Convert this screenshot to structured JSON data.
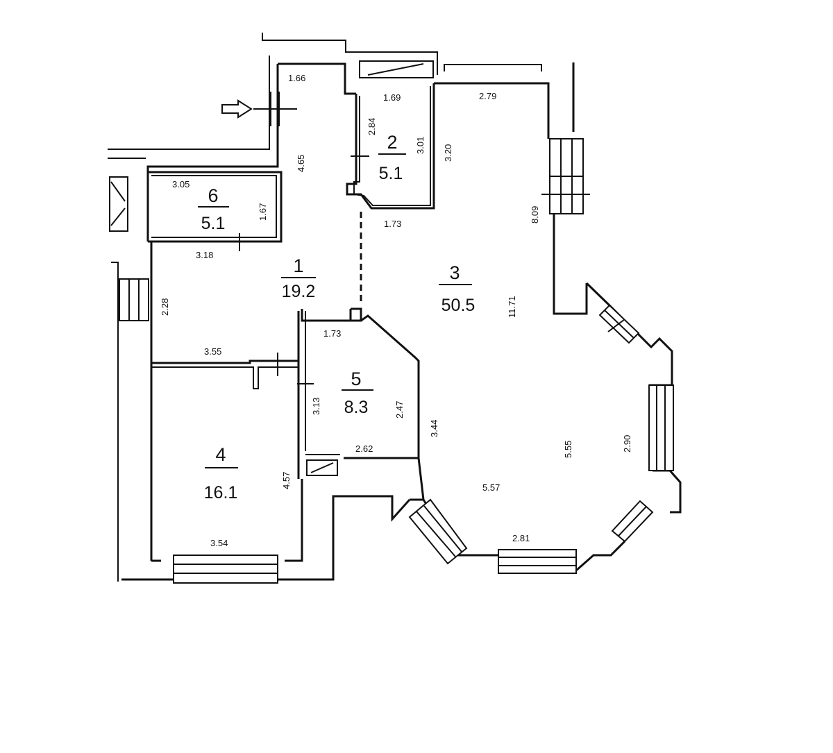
{
  "rooms": [
    {
      "number": "1",
      "area": "19.2"
    },
    {
      "number": "2",
      "area": "5.1"
    },
    {
      "number": "3",
      "area": "50.5"
    },
    {
      "number": "4",
      "area": "16.1"
    },
    {
      "number": "5",
      "area": "8.3"
    },
    {
      "number": "6",
      "area": "5.1"
    }
  ],
  "dimensions": {
    "d1_66": "1.66",
    "d1_69": "1.69",
    "d2_79": "2.79",
    "d2_84": "2.84",
    "d3_01": "3.01",
    "d3_20": "3.20",
    "d4_65": "4.65",
    "d3_05": "3.05",
    "d1_67": "1.67",
    "d1_73_top": "1.73",
    "d8_09": "8.09",
    "d3_18": "3.18",
    "d2_28": "2.28",
    "d11_71": "11.71",
    "d1_73_mid": "1.73",
    "d3_55": "3.55",
    "d3_13": "3.13",
    "d2_47": "2.47",
    "d3_44": "3.44",
    "d2_62": "2.62",
    "d4_57": "4.57",
    "d5_55": "5.55",
    "d2_90": "2.90",
    "d5_57": "5.57",
    "d3_54": "3.54",
    "d2_81": "2.81"
  },
  "entrance_marker": "arrow-right-icon"
}
